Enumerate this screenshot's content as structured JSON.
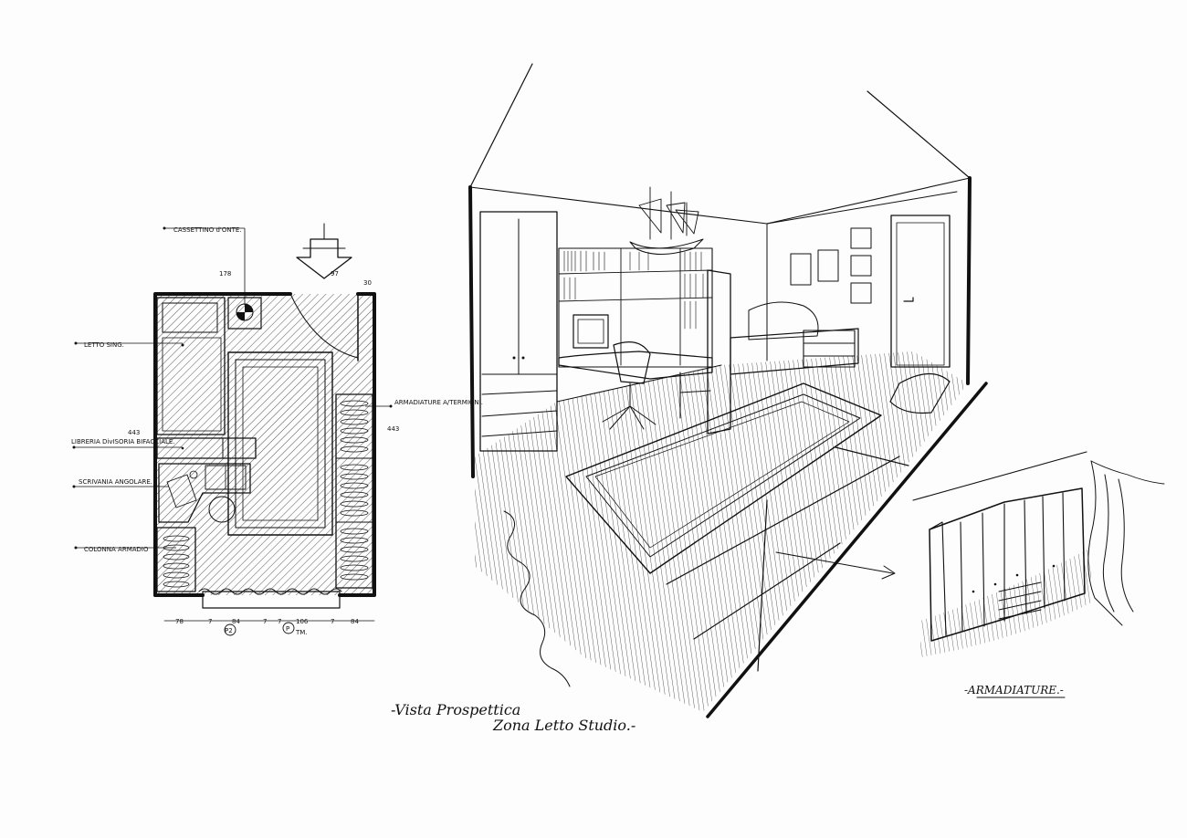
{
  "floor_plan": {
    "labels": {
      "top": "CASSETTINO d'ONTE.",
      "bed": "LETTO SING.",
      "shelf": "LIBRERIA DivISORIA BIFACCIALE.",
      "desk": "SCRIVANIA ANGOLARE.",
      "wardrobe_col": "COLONNA ARMADIO",
      "wardrobes": "ARMADIATURE A/TERMIONI."
    },
    "dimensions": {
      "top_left": "178",
      "top_mid": "97",
      "top_right": "30",
      "left_side": "443",
      "right_side": "443",
      "bottom": [
        "78",
        "7",
        "84",
        "7",
        "7",
        "106",
        "7",
        "84"
      ],
      "circle_a": "P2",
      "circle_b": "P",
      "bottom_note": "TM."
    }
  },
  "captions": {
    "main_line1": "-Vista Prospettica",
    "main_line2": "Zona Letto Studio.-",
    "detail": "-ARMADIATURE.-"
  }
}
